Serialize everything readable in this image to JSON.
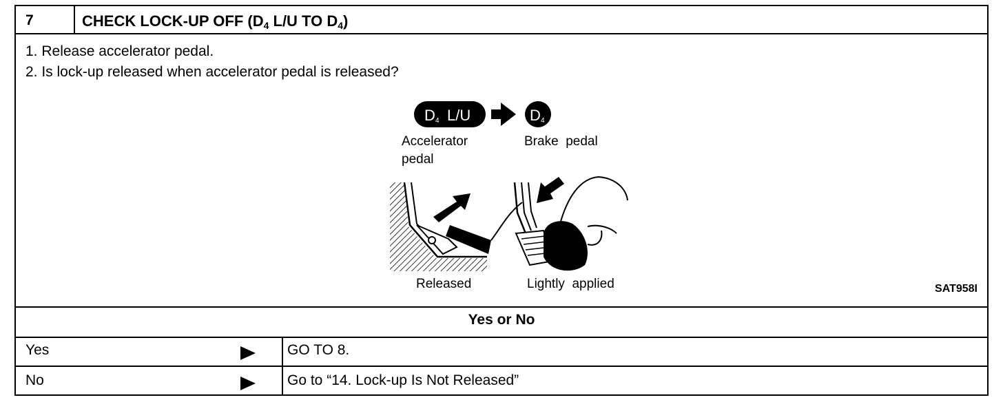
{
  "step": {
    "number": "7",
    "title_main": "CHECK LOCK-UP OFF (D",
    "title_sub1": "4",
    "title_mid": " L/U TO D",
    "title_sub2": "4",
    "title_end": ")"
  },
  "instructions": [
    "1. Release accelerator pedal.",
    "2. Is lock-up released when accelerator pedal is released?"
  ],
  "illustration": {
    "badge_from_main": "D",
    "badge_from_sub": "4",
    "badge_from_suffix": "L/U",
    "badge_to_main": "D",
    "badge_to_sub": "4",
    "accelerator_label_line1": "Accelerator",
    "accelerator_label_line2": "pedal",
    "brake_label": "Brake  pedal",
    "released_label": "Released",
    "applied_label": "Lightly  applied",
    "figure_code": "SAT958I"
  },
  "decision": {
    "heading": "Yes or No",
    "rows": [
      {
        "answer": "Yes",
        "action": "GO TO 8."
      },
      {
        "answer": "No",
        "action": "Go to “14. Lock-up Is Not Released”"
      }
    ],
    "arrow_icon": "right-triangle-arrow-icon"
  }
}
